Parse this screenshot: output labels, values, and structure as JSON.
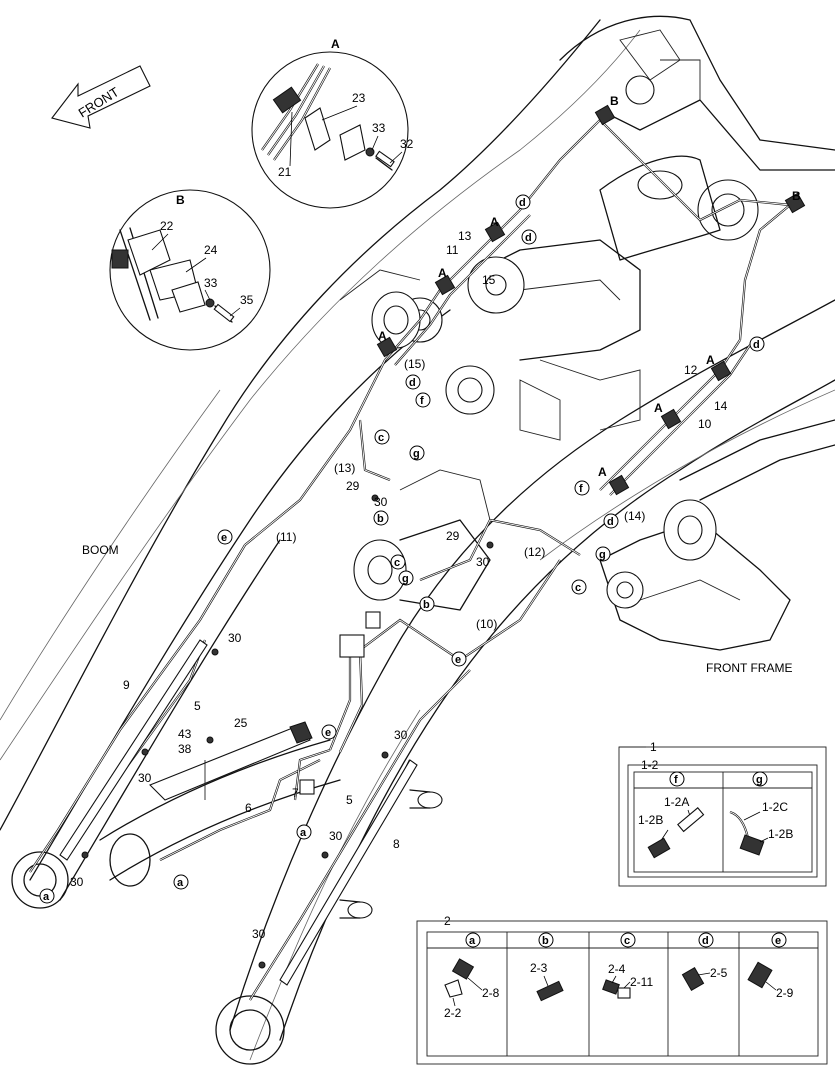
{
  "labels": {
    "front": "FRONT",
    "boom": "BOOM",
    "front_frame": "FRONT FRAME"
  },
  "detail_a": {
    "title": "A",
    "parts": [
      "21",
      "23",
      "33",
      "32"
    ]
  },
  "detail_b": {
    "title": "B",
    "parts": [
      "22",
      "24",
      "33",
      "35"
    ]
  },
  "main_callouts": [
    "A",
    "B",
    "13",
    "11",
    "15",
    "(15)",
    "(13)",
    "29",
    "30",
    "(11)",
    "9",
    "5",
    "43",
    "38",
    "25",
    "6",
    "7",
    "8",
    "12",
    "14",
    "10",
    "(14)",
    "(12)",
    "(10)"
  ],
  "callout_nums": {
    "n30": "30",
    "n29": "29",
    "n5": "5",
    "n9": "9",
    "n8": "8",
    "n6": "6",
    "n7": "7",
    "n25": "25",
    "n43": "43",
    "n38": "38",
    "n11": "11",
    "n13": "13",
    "n15": "15",
    "n10": "10",
    "n12": "12",
    "n14": "14",
    "p10": "(10)",
    "p11": "(11)",
    "p12": "(12)",
    "p13": "(13)",
    "p14": "(14)",
    "p15": "(15)",
    "A": "A",
    "B": "B"
  },
  "circle_letters": [
    "a",
    "b",
    "c",
    "d",
    "e",
    "f",
    "g"
  ],
  "box1": {
    "title": "1",
    "subtitle": "1-2",
    "cols": [
      {
        "letter": "f",
        "parts": [
          "1-2A",
          "1-2B"
        ]
      },
      {
        "letter": "g",
        "parts": [
          "1-2C",
          "1-2B"
        ]
      }
    ]
  },
  "box2": {
    "title": "2",
    "cols": [
      {
        "letter": "a",
        "parts": [
          "2-8",
          "2-2"
        ]
      },
      {
        "letter": "b",
        "parts": [
          "2-3"
        ]
      },
      {
        "letter": "c",
        "parts": [
          "2-4",
          "2-11"
        ]
      },
      {
        "letter": "d",
        "parts": [
          "2-5"
        ]
      },
      {
        "letter": "e",
        "parts": [
          "2-9"
        ]
      }
    ]
  }
}
